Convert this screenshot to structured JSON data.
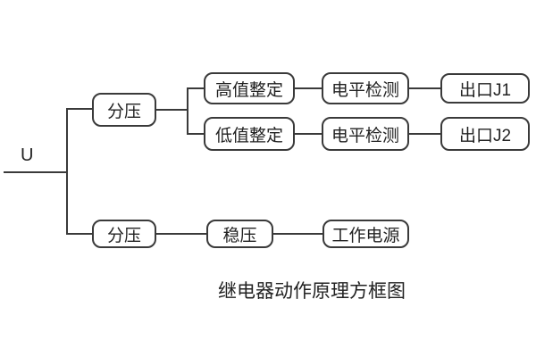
{
  "diagram": {
    "input_label": "U",
    "caption": "继电器动作原理方框图",
    "nodes": {
      "fenya_top": {
        "label": "分压"
      },
      "gaozhi": {
        "label": "高值整定"
      },
      "dizhi": {
        "label": "低值整定"
      },
      "dianping1": {
        "label": "电平检测"
      },
      "dianping2": {
        "label": "电平检测"
      },
      "chukou1": {
        "label": "出口J1"
      },
      "chukou2": {
        "label": "出口J2"
      },
      "fenya_bottom": {
        "label": "分压"
      },
      "wenya": {
        "label": "稳压"
      },
      "gongzuo": {
        "label": "工作电源"
      }
    },
    "colors": {
      "line": "#3a3a3a",
      "text": "#222222",
      "background": "#ffffff"
    }
  }
}
